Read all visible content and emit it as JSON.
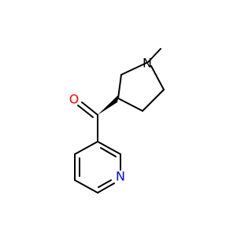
{
  "molecule": {
    "atoms": {
      "nitrogen_pyrrolidine": {
        "symbol": "N",
        "color": "#000000"
      },
      "oxygen_carbonyl": {
        "symbol": "O",
        "color": "#ff0000"
      },
      "nitrogen_pyridine": {
        "symbol": "N",
        "color": "#0000ff"
      }
    }
  }
}
